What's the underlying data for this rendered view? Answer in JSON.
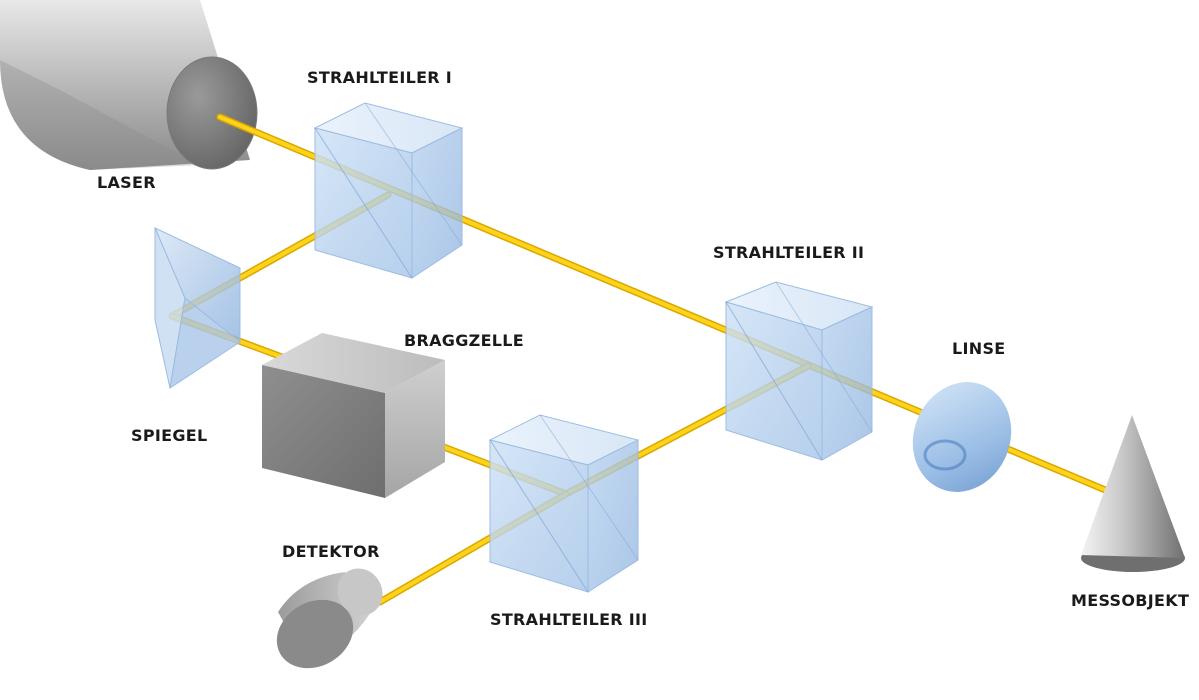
{
  "labels": {
    "laser": "LASER",
    "beam_splitter_1": "STRAHLTEILER I",
    "beam_splitter_2": "STRAHLTEILER II",
    "beam_splitter_3": "STRAHLTEILER III",
    "mirror": "SPIEGEL",
    "bragg_cell": "BRAGGZELLE",
    "lens": "LINSE",
    "detector": "DETEKTOR",
    "target": "MESSOBJEKT"
  },
  "colors": {
    "beam": "#f2c200",
    "beam_dark": "#d49b00",
    "glass": "#b9d4f0",
    "glass_edge": "#8fb2dc",
    "metal": "#a9a9a9"
  }
}
